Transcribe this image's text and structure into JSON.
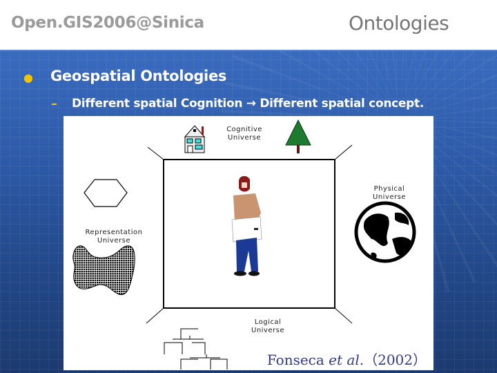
{
  "header": {
    "brand": "Open.GIS2006@Sinica",
    "title": "Ontologies"
  },
  "content": {
    "bullet": "Geospatial Ontologies",
    "sub_bullet": "Different spatial Cognition → Different  spatial concept."
  },
  "figure": {
    "labels": {
      "cognitive_1": "Cognitive",
      "cognitive_2": "Universe",
      "physical_1": "Physical",
      "physical_2": "Universe",
      "representation_1": "Representation",
      "representation_2": "Universe",
      "logical_1": "Logical",
      "logical_2": "Universe"
    },
    "citation_author": "Fonseca ",
    "citation_etal": "et al.",
    "citation_year": "（2002）"
  },
  "colors": {
    "brand_gray": "#9a9a9a",
    "title_gray": "#757575",
    "bg_blue": "#2d5aa8",
    "bullet_yellow": "#f2c400",
    "citation_blue": "#2e3a8a"
  }
}
